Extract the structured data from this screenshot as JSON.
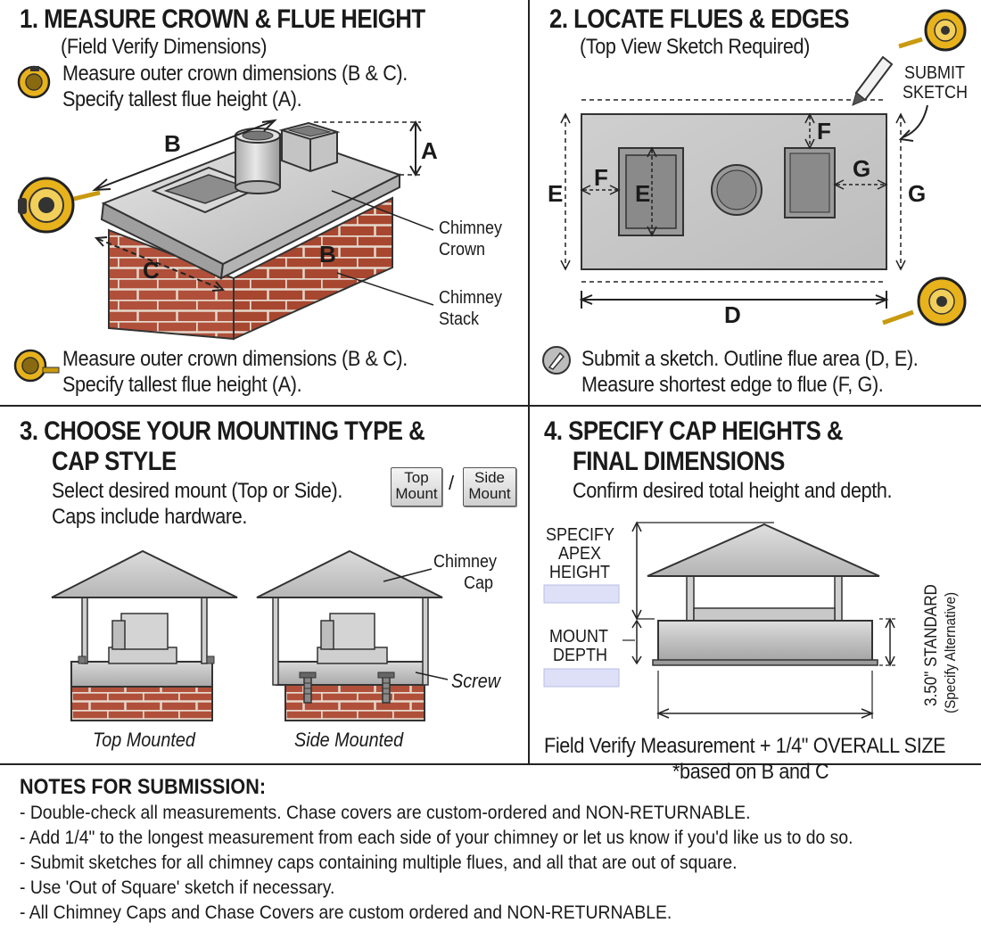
{
  "panel1": {
    "title": "1. MEASURE CROWN & FLUE HEIGHT",
    "subtitle": "(Field Verify Dimensions)",
    "intro_line1": "Measure outer crown dimensions (B & C).",
    "intro_line2": "Specify tallest flue height (A).",
    "label_b_top": "B",
    "label_a": "A",
    "label_c": "C",
    "label_b_side": "B",
    "crown_label_1": "Chimney",
    "crown_label_2": "Crown",
    "stack_label_1": "Chimney",
    "stack_label_2": "Stack",
    "footer_line1": "Measure outer crown dimensions (B & C).",
    "footer_line2": "Specify tallest flue height (A)."
  },
  "panel2": {
    "title": "2. LOCATE FLUES & EDGES",
    "subtitle": "(Top View Sketch Required)",
    "submit_1": "SUBMIT",
    "submit_2": "SKETCH",
    "label_f_top": "F",
    "label_f_left": "F",
    "label_e_inner": "E",
    "label_e_outer": "E",
    "label_g_inner": "G",
    "label_g_outer": "G",
    "label_d": "D",
    "footer_line1": "Submit a sketch. Outline flue area (D, E).",
    "footer_line2": "Measure shortest edge to flue (F, G)."
  },
  "panel3": {
    "title_line1": "3. CHOOSE YOUR MOUNTING TYPE &",
    "title_line2": "CAP STYLE",
    "intro_line1": "Select desired mount (Top or Side).",
    "intro_line2": "Caps include hardware.",
    "top_mount_btn_1": "Top",
    "top_mount_btn_2": "Mount",
    "separator": "/",
    "side_mount_btn_1": "Side",
    "side_mount_btn_2": "Mount",
    "cap_label_1": "Chimney",
    "cap_label_2": "Cap",
    "screw_label": "Screw",
    "caption_top": "Top Mounted",
    "caption_side": "Side Mounted"
  },
  "panel4": {
    "title_line1": "4. SPECIFY CAP HEIGHTS &",
    "title_line2": "FINAL DIMENSIONS",
    "intro": "Confirm desired total height and depth.",
    "apex_1": "SPECIFY",
    "apex_2": "APEX",
    "apex_3": "HEIGHT",
    "mount_1": "MOUNT",
    "mount_2": "DEPTH",
    "standard_1": "3.50\" STANDARD",
    "standard_2": "(Specify Alternative)",
    "footer_line1": "Field Verify Measurement + 1/4\" OVERALL SIZE",
    "footer_line2": "*based on B and C"
  },
  "notes": {
    "title": "NOTES FOR SUBMISSION:",
    "items": [
      "- Double-check all measurements. Chase covers are custom-ordered and NON-RETURNABLE.",
      "- Add 1/4\" to the longest measurement from each side of your chimney or let us know if you'd like us to do so.",
      "- Submit sketches for all chimney caps containing multiple flues, and all that are out of square.",
      "- Use 'Out of Square' sketch if necessary.",
      "- All Chimney Caps and Chase Covers are custom ordered and NON-RETURNABLE."
    ]
  },
  "colors": {
    "brick": "#b0503a",
    "mortar": "#e6d8cc",
    "metal": "#c9c9c9",
    "tape_yellow": "#e8b21c",
    "line": "#1a1a1a"
  }
}
